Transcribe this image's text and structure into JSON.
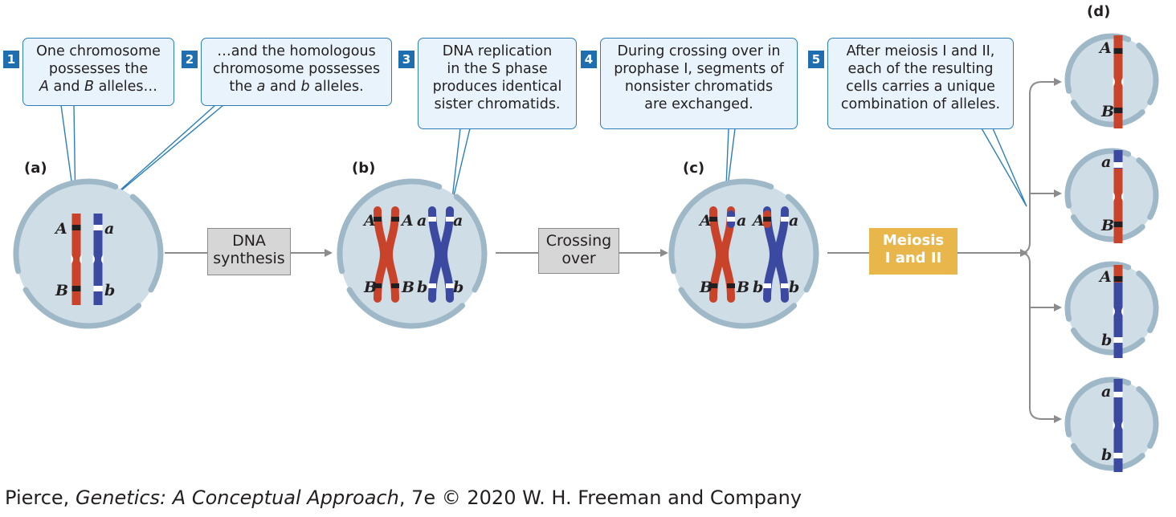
{
  "panels": {
    "a": "(a)",
    "b": "(b)",
    "c": "(c)",
    "d": "(d)"
  },
  "callouts": [
    {
      "number": "1",
      "line1": "One chromosome",
      "line2": "possesses the",
      "line3_a": "A",
      "line3_mid": " and ",
      "line3_b": "B",
      "line3_end": " alleles…"
    },
    {
      "number": "2",
      "line1": "…and the homologous",
      "line2": "chromosome possesses",
      "line3_pre": "the ",
      "line3_a": "a",
      "line3_mid": " and ",
      "line3_b": "b",
      "line3_end": " alleles."
    },
    {
      "number": "3",
      "line1": "DNA replication",
      "line2": "in the S phase",
      "line3": "produces identical",
      "line4": "sister chromatids."
    },
    {
      "number": "4",
      "line1": "During crossing over in",
      "line2": "prophase I, segments of",
      "line3": "nonsister chromatids",
      "line4": "are exchanged."
    },
    {
      "number": "5",
      "line1": "After meiosis I and II,",
      "line2": "each of the resulting",
      "line3": "cells carries a unique",
      "line4": "combination of alleles."
    }
  ],
  "steps": {
    "dna_synthesis": {
      "line1": "DNA",
      "line2": "synthesis"
    },
    "crossing_over": {
      "line1": "Crossing",
      "line2": "over"
    },
    "meiosis": {
      "line1": "Meiosis",
      "line2": "I and II"
    }
  },
  "alleles": {
    "A": "A",
    "B": "B",
    "a": "a",
    "b": "b"
  },
  "colors": {
    "maternal_red": "#c9432b",
    "paternal_blue": "#3b4aa0",
    "band_black": "#231f20",
    "band_white": "#ffffff",
    "cell_fill": "#cfdde6",
    "cell_rim": "#9fb8c8",
    "callout_border": "#2c7fbb",
    "callout_fill": "#e8f3fb",
    "number_badge": "#1f6fb0",
    "arrow_gray": "#8c8c8c",
    "meiosis_gold": "#e8b64b"
  },
  "credit": {
    "author": "Pierce, ",
    "title": "Genetics: A Conceptual Approach",
    "rest": ", 7e © 2020 W. H. Freeman and Company"
  }
}
